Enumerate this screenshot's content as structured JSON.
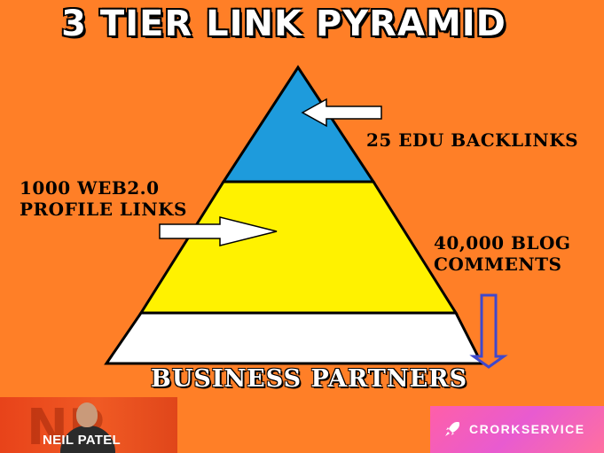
{
  "title": "3 TIER LINK PYRAMID",
  "tiers": {
    "top_label": "25 EDU BACKLINKS",
    "middle_label_line1": "1000 WEB2.0",
    "middle_label_line2": "PROFILE LINKS",
    "bottom_label_line1": "40,000 BLOG",
    "bottom_label_line2": "COMMENTS"
  },
  "footer_label": "BUSINESS PARTNERS",
  "partners": {
    "left_name": "NEIL PATEL",
    "right_name": "CRORKSERVICE"
  },
  "colors": {
    "background": "#FF7F27",
    "tier_top": "#1E9BDC",
    "tier_middle": "#FFF200",
    "tier_bottom": "#FFFFFF",
    "outline": "#000000",
    "down_arrow": "#3F48CC"
  },
  "icons": {
    "left_arrow": "arrow-left-outline-icon",
    "right_arrow": "arrow-right-outline-icon",
    "down_arrow": "arrow-down-outline-icon",
    "rocket": "rocket-icon"
  }
}
